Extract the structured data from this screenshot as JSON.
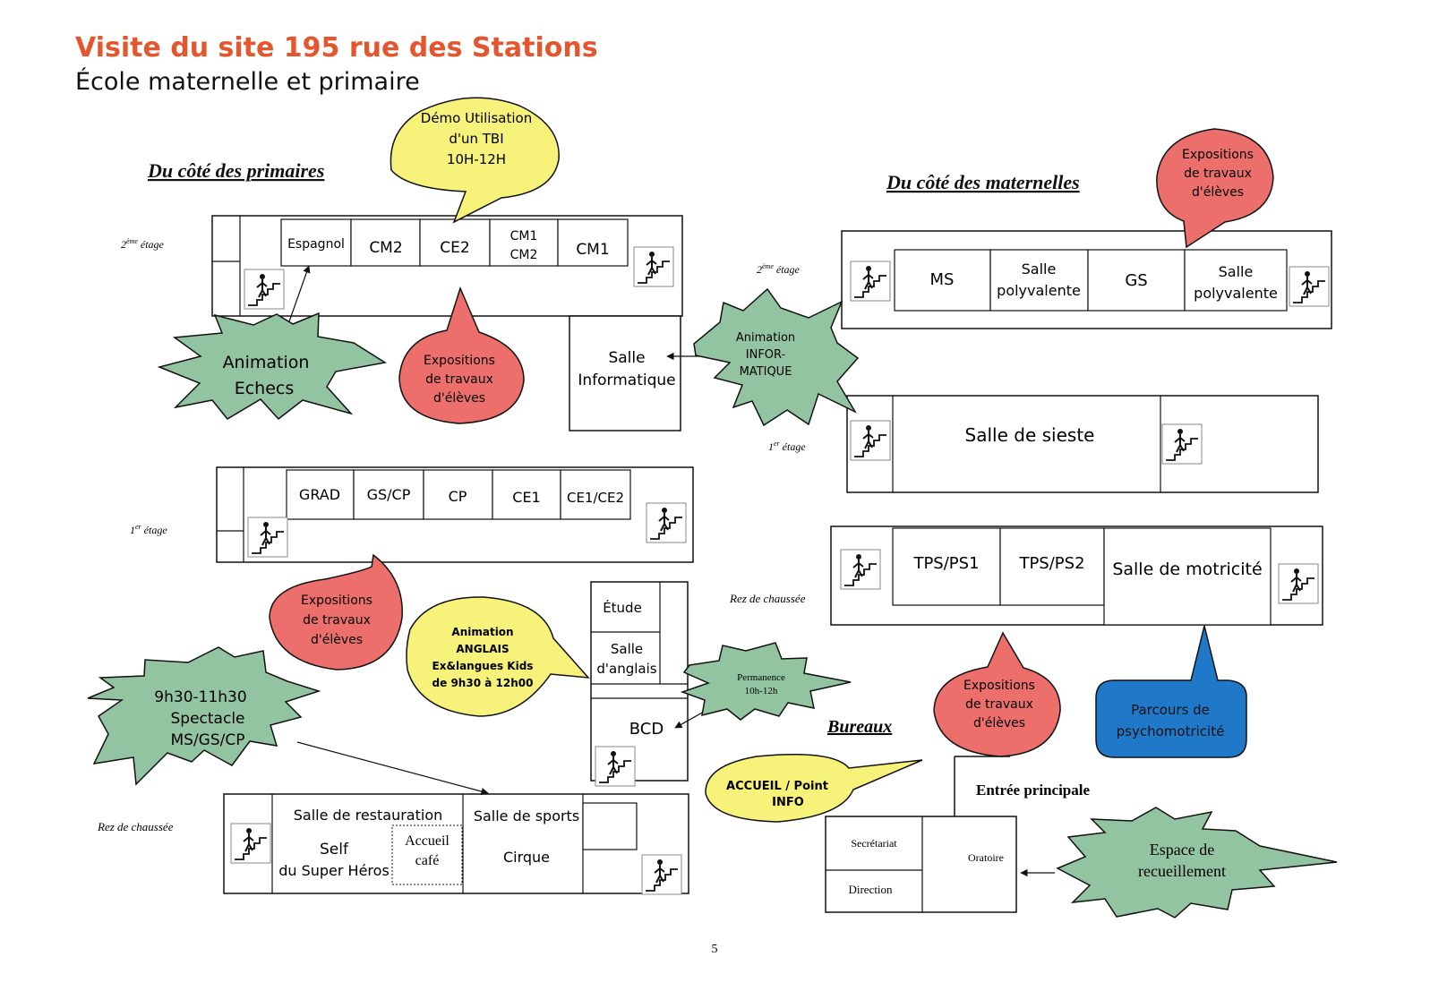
{
  "title": "Visite du site 195 rue des Stations",
  "subtitle": "École maternelle et primaire",
  "page_number": "5",
  "colors": {
    "title": "#e4572e",
    "green": "#93c4a1",
    "red": "#ec6f6c",
    "yellow": "#f6f27a",
    "blue": "#1f78c8"
  },
  "primaires": {
    "heading": "Du côté des primaires",
    "floor2": {
      "label_num": "2",
      "label_sup": "ème",
      "label_rest": " étage",
      "rooms": [
        "Espagnol",
        "CM2",
        "CE2",
        "CM1",
        "CM2",
        "CM1"
      ]
    },
    "salle_info": [
      "Salle",
      "Informatique"
    ],
    "floor1": {
      "label_num": "1",
      "label_sup": "er",
      "label_rest": " étage",
      "rooms": [
        "GRAD",
        "GS/CP",
        "CP",
        "CE1",
        "CE1/CE2"
      ]
    },
    "etude": "Étude",
    "salle_anglais": [
      "Salle",
      "d'anglais"
    ],
    "bcd": "BCD",
    "rdc": {
      "label": "Rez de chaussée",
      "restauration": "Salle de restauration",
      "self": [
        "Self",
        "du Super Héros"
      ],
      "accueil": [
        "Accueil",
        "café"
      ],
      "sports": "Salle de sports",
      "cirque": "Cirque"
    }
  },
  "maternelles": {
    "heading": "Du côté des maternelles",
    "floor2": {
      "label_num": "2",
      "label_sup": "ème",
      "label_rest": " étage",
      "rooms": [
        "MS",
        "Salle",
        "polyvalente",
        "GS",
        "Salle",
        "polyvalente"
      ]
    },
    "floor1": {
      "label_num": "1",
      "label_sup": "er",
      "label_rest": " étage",
      "room": "Salle de sieste"
    },
    "rdc": {
      "label": "Rez de chaussée",
      "rooms": [
        "TPS/PS1",
        "TPS/PS2",
        "Salle de motricité"
      ]
    }
  },
  "bureaux": {
    "heading": "Bureaux",
    "entree": "Entrée principale",
    "secretariat": "Secrétariat",
    "direction": "Direction",
    "oratoire": "Oratoire"
  },
  "bubbles": {
    "tbi": [
      "Démo Utilisation",
      "d'un TBI",
      "10H-12H"
    ],
    "echecs": [
      "Animation",
      "Echecs"
    ],
    "expo_primaire_top": [
      "Expositions",
      "de travaux",
      "d'élèves"
    ],
    "informatique": [
      "Animation",
      "INFOR-",
      "MATIQUE"
    ],
    "expo_mat_top": [
      "Expositions",
      "de travaux",
      "d'élèves"
    ],
    "expo_primaire_mid": [
      "Expositions",
      "de travaux",
      "d'élèves"
    ],
    "anglais": [
      "Animation",
      "ANGLAIS",
      "Ex&langues Kids",
      "de 9h30 à 12h00"
    ],
    "permanence": [
      "Permanence",
      "10h-12h"
    ],
    "spectacle": [
      "9h30-11h30",
      "Spectacle",
      "MS/GS/CP"
    ],
    "expo_mat_bottom": [
      "Expositions",
      "de travaux",
      "d'élèves"
    ],
    "psychomotricite": [
      "Parcours de",
      "psychomotricité"
    ],
    "accueil": [
      "ACCUEIL / Point",
      "INFO"
    ],
    "recueillement": [
      "Espace de",
      "recueillement"
    ]
  }
}
